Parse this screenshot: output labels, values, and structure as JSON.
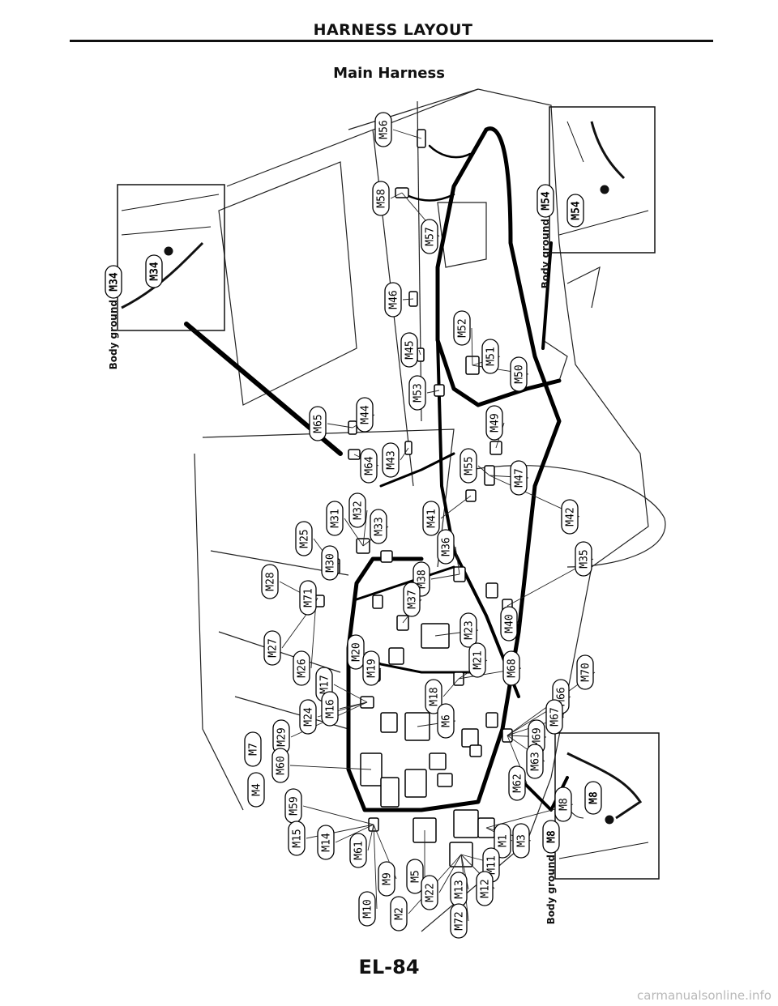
{
  "header": {
    "title": "HARNESS LAYOUT"
  },
  "subtitle": "Main Harness",
  "page_number": "EL-84",
  "watermark": "carmanualsonline.info",
  "insets": [
    {
      "id": "inset-m34",
      "caption": "Body ground",
      "connector": "M34"
    },
    {
      "id": "inset-m54",
      "caption": "Body ground",
      "connector": "M54"
    },
    {
      "id": "inset-m8",
      "caption": "Body ground",
      "connector": "M8"
    }
  ],
  "connectors": [
    "M56",
    "M58",
    "M57",
    "M46",
    "M52",
    "M45",
    "M53",
    "M51",
    "M50",
    "M49",
    "M44",
    "M65",
    "M64",
    "M43",
    "M55",
    "M47",
    "M41",
    "M42",
    "M35",
    "M32",
    "M31",
    "M33",
    "M25",
    "M30",
    "M36",
    "M28",
    "M71",
    "M38",
    "M37",
    "M23",
    "M40",
    "M27",
    "M26",
    "M20",
    "M19",
    "M17",
    "M21",
    "M68",
    "M70",
    "M66",
    "M18",
    "M24",
    "M16",
    "M6",
    "M67",
    "M69",
    "M29",
    "M7",
    "M60",
    "M63",
    "M62",
    "M4",
    "M59",
    "M8",
    "M15",
    "M14",
    "M61",
    "M1",
    "M3",
    "M11",
    "M9",
    "M5",
    "M10",
    "M2",
    "M22",
    "M13",
    "M12",
    "M72"
  ]
}
